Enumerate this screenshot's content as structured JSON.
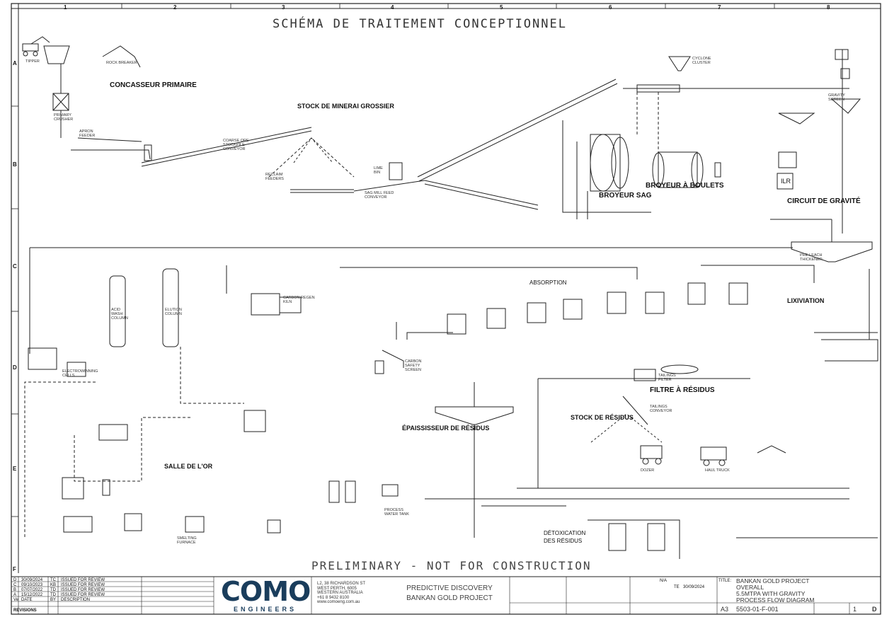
{
  "drawing": {
    "title": "SCHÉMA DE TRAITEMENT CONCEPTIONNEL",
    "watermark": "PRELIMINARY - NOT FOR CONSTRUCTION",
    "columns": [
      "1",
      "2",
      "3",
      "4",
      "5",
      "6",
      "7",
      "8"
    ],
    "rows": [
      "A",
      "B",
      "C",
      "D",
      "E",
      "F"
    ]
  },
  "areas": {
    "crusher": "CONCASSEUR PRIMAIRE",
    "coarse_ore": "STOCK DE MINERAI GROSSIER",
    "sag_mill": "BROYEUR SAG",
    "ball_mill": "BROYEUR À BOULETS",
    "gravity": "CIRCUIT DE GRAVITÉ",
    "absorption": "ABSORPTION",
    "leaching": "LIXIVIATION",
    "tailings_filter": "FILTRE À RÉSIDUS",
    "tailings_stockpile": "STOCK DE RÉSIDUS",
    "tailings_thickener": "ÉPAISSISSEUR DE RÉSIDUS",
    "gold_room": "SALLE DE L'OR",
    "detox": "DÉTOXICATION DES RÉSIDUS"
  },
  "equipment_labels": {
    "tipper": "TIPPER",
    "rock_breaker": "ROCK BREAKER",
    "gyratory": "PRIMARY CRUSHER",
    "apron_feeder": "APRON FEEDER",
    "coarse_conveyor": "COARSE ORE STOCKPILE CONVEYOR",
    "reclaim": "RECLAIM FEEDERS",
    "sag_feed": "SAG MILL FEED CONVEYOR",
    "lime_bin": "LIME BIN",
    "gravity_screen": "GRAVITY SCREEN",
    "cyclone": "CYCLONE CLUSTER",
    "ilr": "ILR",
    "thickener": "PRE-LEACH THICKENER",
    "elution": "ELUTION COLUMN",
    "acid_wash": "ACID WASH COLUMN",
    "kiln": "CARBON REGEN KILN",
    "smelting": "SMELTING FURNACE",
    "electrowinning": "ELECTROWINNING CELLS",
    "carbon_screen": "CARBON SAFETY SCREEN",
    "filter_press": "TAILINGS FILTER",
    "conveyor_stacker": "TAILINGS CONVEYOR",
    "dozer": "DOZER",
    "truck": "HAUL TRUCK",
    "water_tank": "PROCESS WATER TANK"
  },
  "revisions": [
    {
      "rev": "D",
      "date": "30/09/2024",
      "by": "TC",
      "desc": "ISSUED FOR REVIEW"
    },
    {
      "rev": "C",
      "date": "09/10/2023",
      "by": "KB",
      "desc": "ISSUED FOR REVIEW"
    },
    {
      "rev": "B",
      "date": "07/07/2022",
      "by": "TD",
      "desc": "ISSUED FOR REVIEW"
    },
    {
      "rev": "A",
      "date": "15/12/2022",
      "by": "TD",
      "desc": "ISSUED FOR REVIEW"
    }
  ],
  "revision_headers": {
    "rev": "Ve",
    "date": "DATE",
    "by": "BY",
    "desc": "DESCRIPTION",
    "title": "REVISIONS"
  },
  "company": {
    "name": "COMO",
    "sub": "ENGINEERS",
    "address": "L2, 38 RICHARDSON ST WEST PERTH, 6005 WESTERN AUSTRALIA +61 8 9432 8100 www.comoeng.com.au"
  },
  "client": {
    "line1": "PREDICTIVE DISCOVERY",
    "line2": "BANKAN GOLD PROJECT"
  },
  "titleblock": {
    "title_lbl": "TITLE:",
    "t1": "BANKAN GOLD PROJECT",
    "t2": "OVERALL",
    "t3": "5.5MTPA WITH GRAVITY",
    "t4": "PROCESS FLOW DIAGRAM",
    "plot_scale": "N/A",
    "drawn": "TE",
    "date": "30/09/2024",
    "size": "A3",
    "dwg_no": "5503-01-F-001",
    "sheet": "1",
    "rev": "D"
  }
}
